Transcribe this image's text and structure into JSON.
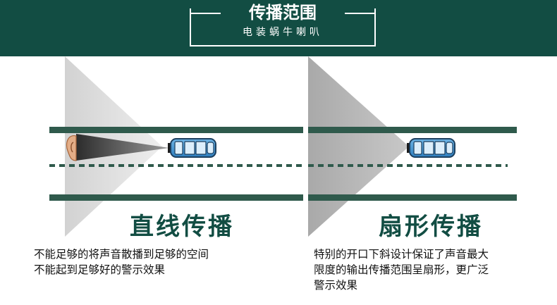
{
  "header": {
    "title": "传播范围",
    "subtitle": "电装蜗牛喇叭"
  },
  "left_panel": {
    "heading": "直线传播",
    "description_lines": [
      "不能足够的将声音散播到足够的空间",
      "不能起到足够好的警示效果"
    ]
  },
  "right_panel": {
    "heading": "扇形传播",
    "description_lines": [
      "特别的开口下斜设计保证了声音最大",
      "限度的输出传播范围呈扇形，更广泛",
      "警示效果"
    ]
  },
  "colors": {
    "brand_green": "#124d43",
    "road_line": "#2f5a4c",
    "car_blue": "#3f8fc7",
    "sound_gray": "#b5b5b5"
  },
  "icons": [
    "ear-icon",
    "car-icon"
  ]
}
